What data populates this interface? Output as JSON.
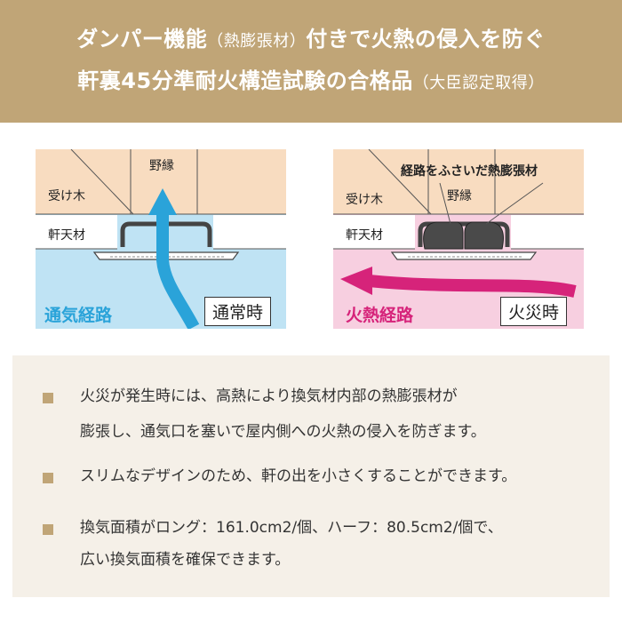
{
  "header": {
    "line1_main": "ダンパー機能",
    "line1_paren": "（熱膨張材）",
    "line1_tail": "付きで火熱の侵入を防ぐ",
    "line2_main": "軒裏45分準耐火構造試験の合格品",
    "line2_paren": "（大臣認定取得）"
  },
  "normal_panel": {
    "label_wood": "受け木",
    "label_nobuchi": "野縁",
    "label_soffit": "軒天材",
    "route_label": "通気経路",
    "state_tag": "通常時",
    "route_color": "#2aa3d9",
    "bg_color": "#bfe3f4"
  },
  "fire_panel": {
    "label_wood": "受け木",
    "label_nobuchi": "野縁",
    "label_soffit": "軒天材",
    "callout": "経路をふさいだ熱膨張材",
    "route_label": "火熱経路",
    "state_tag": "火災時",
    "route_color": "#d6237a",
    "bg_color": "#f7cfe0"
  },
  "colors": {
    "header_bg": "#c0a577",
    "wood_bg": "#f8dcc0",
    "info_bg": "#f5f0e8",
    "bullet": "#c0a577"
  },
  "bullets": [
    {
      "lines": [
        "火災が発生時には、高熱により換気材内部の熱膨張材が",
        "膨張し、通気口を塞いで屋内側への火熱の侵入を防ぎます。"
      ]
    },
    {
      "lines": [
        "スリムなデザインのため、軒の出を小さくすることができます。"
      ]
    },
    {
      "lines": [
        "換気面積がロング：161.0cm2/個、ハーフ：80.5cm2/個で、",
        "広い換気面積を確保できます。"
      ]
    }
  ]
}
